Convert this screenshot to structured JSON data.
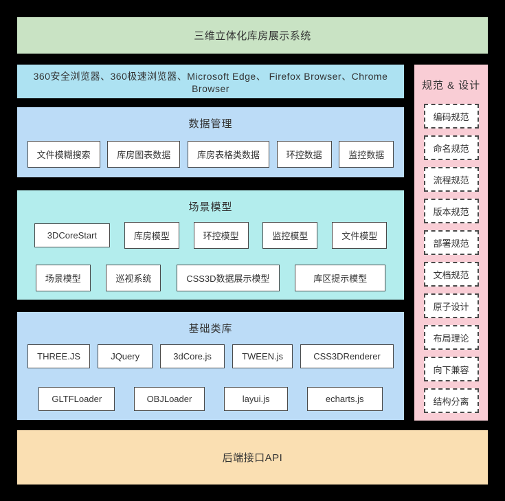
{
  "title_banner": {
    "label": "三维立体化库房展示系统",
    "bg": "#c9e3c4"
  },
  "browser_banner": {
    "label": "360安全浏览器、360极速浏览器、Microsoft Edge、 Firefox Browser、Chrome Browser",
    "bg": "#ade2f2"
  },
  "sidebar": {
    "title": "规范 & 设计",
    "bg": "#f9cdd5",
    "items": [
      "编码规范",
      "命名规范",
      "流程规范",
      "版本规范",
      "部署规范",
      "文档规范",
      "原子设计",
      "布局理论",
      "向下兼容",
      "结构分离"
    ]
  },
  "sections": [
    {
      "title": "数据管理",
      "bg": "#bcdcf7",
      "rows": [
        [
          "文件模糊搜索",
          "库房图表数据",
          "库房表格类数据",
          "环控数据",
          "监控数据"
        ]
      ]
    },
    {
      "title": "场景模型",
      "bg": "#b3eded",
      "rows": [
        [
          "3DCoreStart",
          "库房模型",
          "环控模型",
          "监控模型",
          "文件模型"
        ],
        [
          "场景模型",
          "巡视系统",
          "CSS3D数据展示模型",
          "库区提示模型"
        ]
      ]
    },
    {
      "title": "基础类库",
      "bg": "#bcdcf7",
      "rows": [
        [
          "THREE.JS",
          "JQuery",
          "3dCore.js",
          "TWEEN.js",
          "CSS3DRenderer"
        ],
        [
          "GLTFLoader",
          "OBJLoader",
          "layui.js",
          "echarts.js"
        ]
      ]
    }
  ],
  "api_banner": {
    "label": "后端接口API",
    "bg": "#fadfb2"
  }
}
